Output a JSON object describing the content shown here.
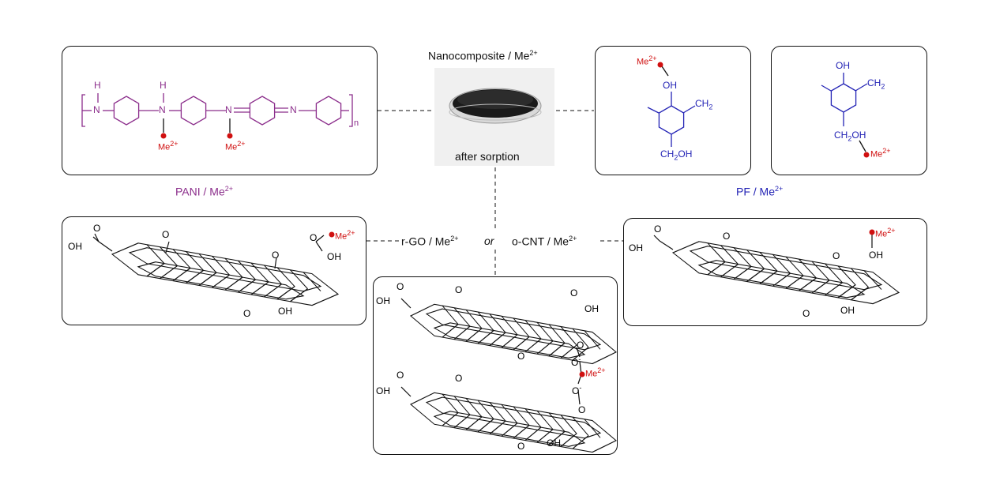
{
  "center": {
    "title": "Nanocomposite / Me",
    "title_sup": "2+",
    "photo_caption": "after sorption"
  },
  "pani": {
    "label": "PANI / Me",
    "label_sup": "2+",
    "atom_h": "H",
    "atom_n": "N",
    "subscript_n": "n",
    "metal": "Me",
    "metal_sup": "2+"
  },
  "pf": {
    "label": "PF / Me",
    "label_sup": "2+",
    "oh": "OH",
    "ch2": "CH",
    "ch2_sub": "2",
    "ch2oh": "CH",
    "ch2oh_sub": "2",
    "ch2oh_tail": "OH",
    "metal": "Me",
    "metal_sup": "2+"
  },
  "rgo": {
    "label": "r-GO  / Me",
    "label_sup": "2+",
    "or_text": "or",
    "oh": "OH",
    "o": "O",
    "metal": "Me",
    "metal_sup": "2+"
  },
  "ocnt": {
    "label": "o-CNT / Me",
    "label_sup": "2+",
    "oh": "OH",
    "o": "O",
    "metal": "Me",
    "metal_sup": "2+"
  },
  "bridge": {
    "o_minus": "O",
    "minus": "-",
    "metal": "Me",
    "metal_sup": "2+"
  },
  "colors": {
    "pani": "#8b2d8b",
    "pf": "#2323b5",
    "metal": "#d01010",
    "structure": "#111111"
  }
}
